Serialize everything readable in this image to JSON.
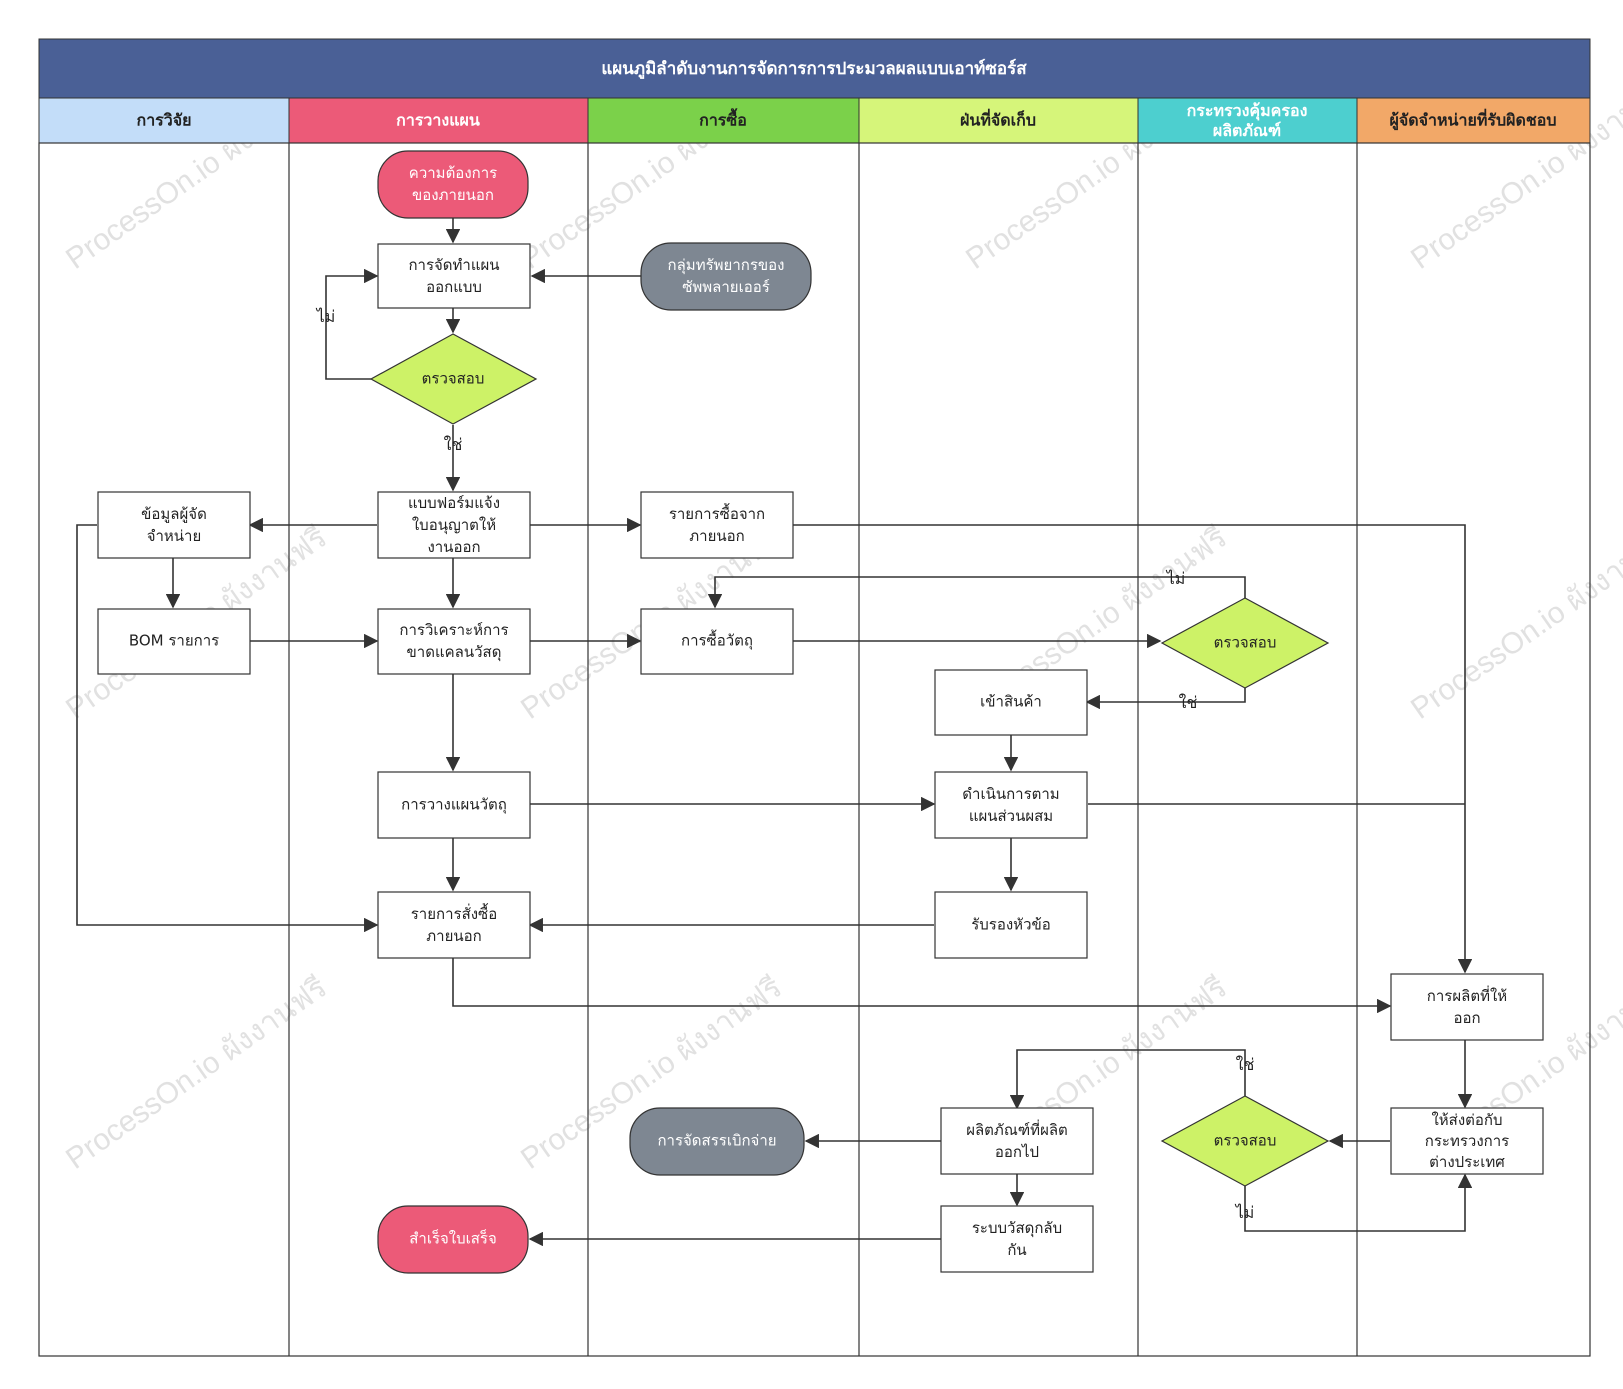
{
  "title": "แผนภูมิลำดับงานการจัดการการประมวลผลแบบเอาท์ซอร์ส",
  "watermark": "ProcessOn.io ผังงานฟรี",
  "colors": {
    "title_bar": "#4a6096",
    "lane_research": "#c3ddf9",
    "lane_planning": "#ec5a78",
    "lane_purchasing": "#7bd14a",
    "lane_warehouse": "#d6f57a",
    "lane_ministry": "#4dcfcf",
    "lane_supplier": "#f2a868",
    "decision": "#cdf267",
    "terminal_red": "#ec5a78",
    "terminal_gray": "#7e8792"
  },
  "lanes": [
    {
      "id": "research",
      "label": "การวิจัย"
    },
    {
      "id": "planning",
      "label": "การวางแผน"
    },
    {
      "id": "purchasing",
      "label": "การซื้อ"
    },
    {
      "id": "warehouse",
      "label": "ฝ่นที่จัดเก็บ"
    },
    {
      "id": "ministry",
      "label": "กระทรวงคุ้มครอง ผลิตภัณฑ์"
    },
    {
      "id": "supplier",
      "label": "ผู้จัดจำหน่ายที่รับผิดชอบ"
    }
  ],
  "nodes": {
    "n1": "ความต้องการ ของภายนอก",
    "n2": "การจัดทำแผน ออกแบบ",
    "n3": "กลุ่มทรัพยากรของ ซัพพลายเออร์",
    "n4": "ตรวจสอบ",
    "n5": "แบบฟอร์มแจ้ง ใบอนุญาตให้ งานออก",
    "n6": "ข้อมูลผู้จัด จำหน่าย",
    "n7": "รายการซื้อจาก ภายนอก",
    "n8": "BOM รายการ",
    "n9": "การวิเคราะห์การ ขาดแคลนวัสดุ",
    "n10": "การซื้อวัตถุ",
    "n11": "ตรวจสอบ",
    "n12": "เข้าสินค้า",
    "n13": "การวางแผนวัตถุ",
    "n14": "ดำเนินการตาม แผนส่วนผสม",
    "n15": "รายการสั่งซื้อ ภายนอก",
    "n16": "รับรองหัวข้อ",
    "n17": "การผลิตที่ให้ ออก",
    "n18": "ให้ส่งต่อกับ กระทรวงการ ต่างประเทศ",
    "n19": "ตรวจสอบ",
    "n20": "ผลิตภัณฑ์ที่ผลิต ออกไป",
    "n21": "การจัดสรรเบิกจ่าย",
    "n22": "ระบบวัสดุกลับ กัน",
    "n23": "สำเร็จใบเสร็จ"
  },
  "edge_labels": {
    "no_1": "ไม่",
    "yes_1": "ใช่",
    "no_2": "ไม่",
    "yes_2": "ใช่",
    "yes_3": "ใช่",
    "no_3": "ไม่"
  }
}
